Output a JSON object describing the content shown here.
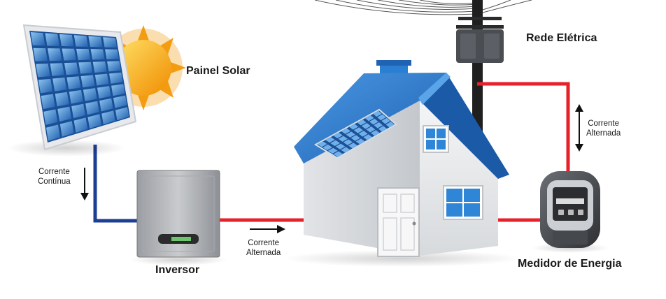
{
  "labels": {
    "solar_panel": "Painel Solar",
    "power_grid": "Rede Elétrica",
    "inverter": "Inversor",
    "energy_meter": "Medidor de Energia"
  },
  "flows": {
    "direct_current": {
      "line1": "Corrente",
      "line2": "Contínua"
    },
    "alternating_current_house": {
      "line1": "Corrente",
      "line2": "Alternada"
    },
    "alternating_current_grid": {
      "line1": "Corrente",
      "line2": "Alternada"
    }
  },
  "colors": {
    "dc_wire": "#1c3f95",
    "ac_wire": "#e8202a",
    "roof": "#2f7fd0",
    "sun": "#f5a623"
  }
}
